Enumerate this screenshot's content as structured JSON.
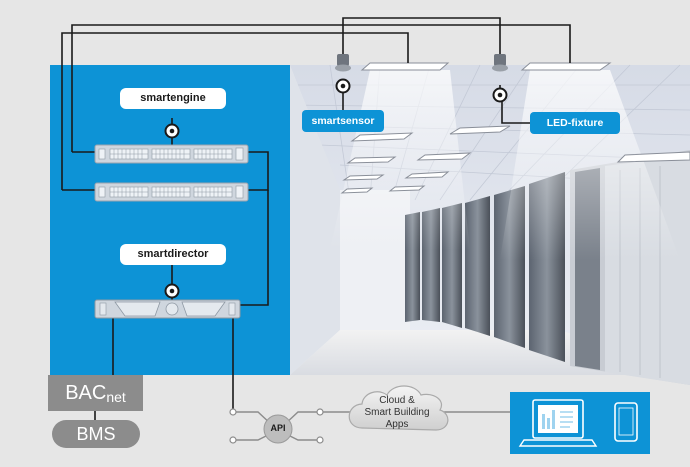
{
  "nodes": {
    "smartengine": "smartengine",
    "smartdirector": "smartdirector",
    "smartsensor": "smartsensor",
    "led_fixture": "LED-fixture",
    "bacnet_left": "BAC",
    "bacnet_right": "net",
    "bms": "BMS",
    "api": "API",
    "cloud_line1": "Cloud &",
    "cloud_line2": "Smart Building",
    "cloud_line3": "Apps"
  },
  "colors": {
    "blue_panel": "#0d93d6",
    "background": "#e6e6e6",
    "cable": "#1a1a1a",
    "node_box": "#8c8c8c"
  }
}
